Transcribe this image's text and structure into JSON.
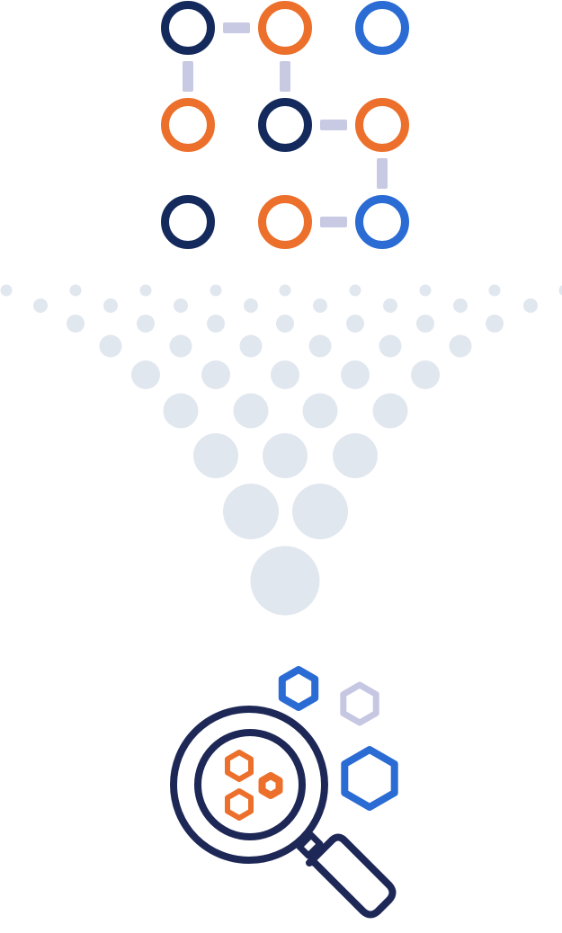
{
  "colors": {
    "navy": "#152a5c",
    "orange": "#ec6f2b",
    "blue": "#2a6bd4",
    "connector": "#c8c9e3",
    "dot": "#e1e7ef",
    "lens_navy": "#1e2856",
    "hex_lilac": "#c6c7e2"
  },
  "node_grid": {
    "rows": [
      [
        "navy",
        "orange",
        "blue"
      ],
      [
        "orange",
        "navy",
        "orange"
      ],
      [
        "navy",
        "orange",
        "blue"
      ]
    ],
    "links": [
      {
        "from": [
          0,
          0
        ],
        "to": [
          0,
          1
        ]
      },
      {
        "from": [
          0,
          0
        ],
        "to": [
          1,
          0
        ]
      },
      {
        "from": [
          0,
          1
        ],
        "to": [
          1,
          1
        ]
      },
      {
        "from": [
          1,
          1
        ],
        "to": [
          1,
          2
        ]
      },
      {
        "from": [
          1,
          2
        ],
        "to": [
          2,
          2
        ]
      },
      {
        "from": [
          2,
          1
        ],
        "to": [
          2,
          2
        ]
      }
    ]
  },
  "funnel": {
    "icon": "funnel-dots"
  },
  "magnifier": {
    "icon": "magnifying-glass-icon",
    "hexagons_inside": [
      "orange",
      "orange",
      "orange"
    ],
    "hexagons_outside": [
      "blue",
      "lilac",
      "blue"
    ]
  }
}
